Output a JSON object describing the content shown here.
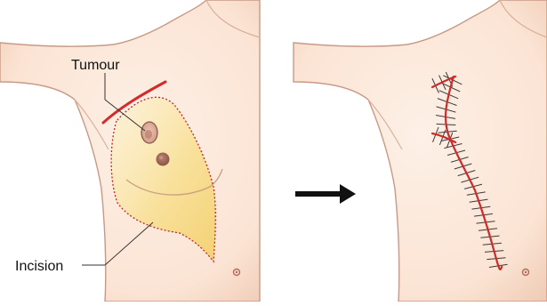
{
  "labels": {
    "tumour": "Tumour",
    "incision": "Incision"
  },
  "colors": {
    "skin": "#fbe6d8",
    "skin_shadow": "#e8c2ad",
    "outline": "#b58a78",
    "incision_line": "#d42a2a",
    "stitch": "#3a3a3a",
    "resection_fill": "#f7dc8a",
    "arrow": "#111111"
  },
  "panels": [
    {
      "name": "before-mastectomy"
    },
    {
      "name": "after-mastectomy"
    }
  ]
}
